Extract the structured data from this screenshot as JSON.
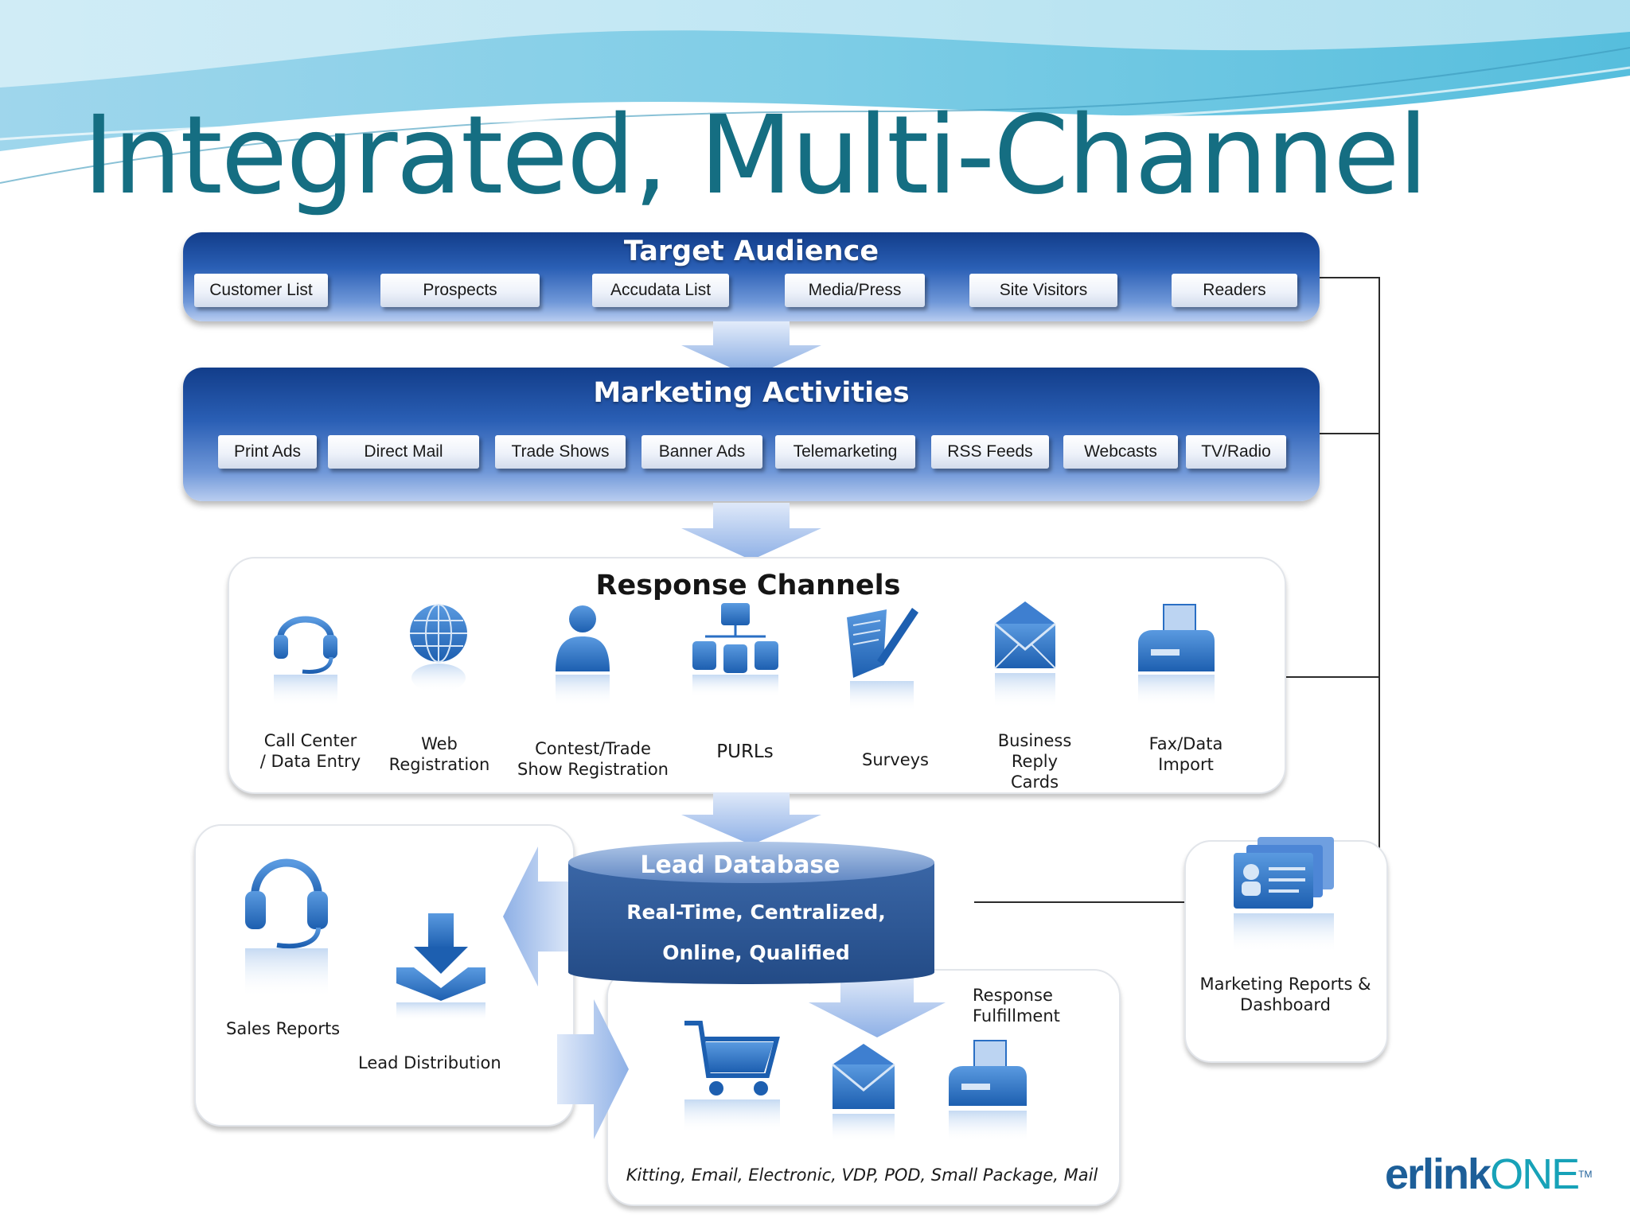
{
  "title": "Integrated, Multi-Channel",
  "target_audience": {
    "title": "Target Audience",
    "items": [
      "Customer List",
      "Prospects",
      "Accudata List",
      "Media/Press",
      "Site Visitors",
      "Readers"
    ]
  },
  "marketing_activities": {
    "title": "Marketing Activities",
    "items": [
      "Print Ads",
      "Direct Mail",
      "Trade Shows",
      "Banner Ads",
      "Telemarketing",
      "RSS Feeds",
      "Webcasts",
      "TV/Radio"
    ]
  },
  "response_channels": {
    "title": "Response Channels",
    "items": [
      {
        "label": "Call Center\n/ Data Entry",
        "icon": "headset-icon"
      },
      {
        "label": "Web\nRegistration",
        "icon": "globe-icon"
      },
      {
        "label": "Contest/Trade\nShow Registration",
        "icon": "person-icon"
      },
      {
        "label": "PURLs",
        "icon": "network-icon"
      },
      {
        "label": "Surveys",
        "icon": "pen-paper-icon"
      },
      {
        "label": "Business\nReply\nCards",
        "icon": "envelope-icon"
      },
      {
        "label": "Fax/Data\nImport",
        "icon": "fax-icon"
      }
    ]
  },
  "lead_database": {
    "title": "Lead Database",
    "line1": "Real-Time, Centralized,",
    "line2": "Online, Qualified"
  },
  "sales": {
    "sales_reports": "Sales Reports",
    "lead_distribution": "Lead Distribution"
  },
  "fulfillment": {
    "label": "Response\nFulfillment",
    "caption": "Kitting, Email, Electronic, VDP, POD, Small Package, Mail"
  },
  "reports": {
    "label": "Marketing Reports &\nDashboard"
  },
  "logo": {
    "text": "erlinkONE",
    "tm": "TM"
  },
  "colors": {
    "title": "#156e82",
    "band_dark": "#123d8a",
    "band_light": "#b9cdf0",
    "database": "#2d5897",
    "icon_blue": "#2a6fc4",
    "logo_blue": "#1d5f99",
    "logo_teal": "#17a2b8"
  }
}
